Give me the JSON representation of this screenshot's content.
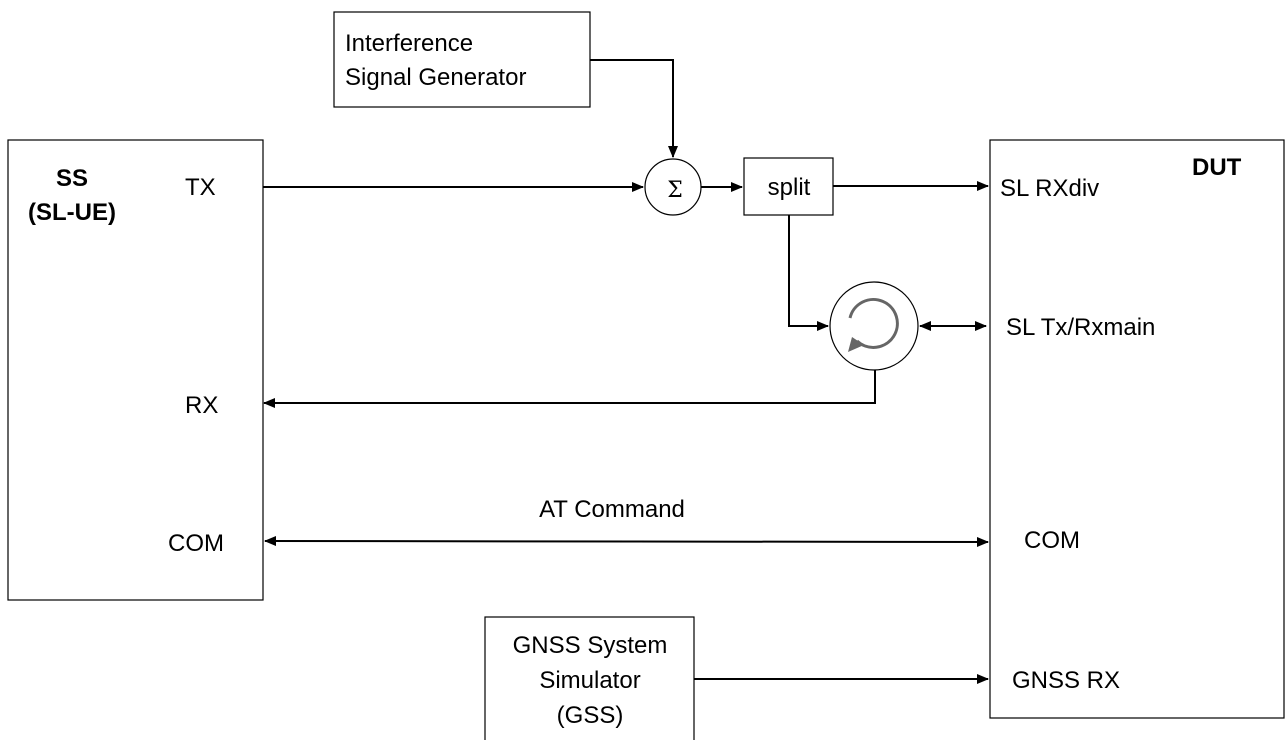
{
  "ss": {
    "title": "SS",
    "subtitle": "(SL-UE)",
    "tx": "TX",
    "rx": "RX",
    "com": "COM"
  },
  "dut": {
    "title": "DUT",
    "sl_rxdiv": "SL RXdiv",
    "sl_txrx": "SL Tx/Rxmain",
    "com": "COM",
    "gnss_rx": "GNSS RX"
  },
  "isg": {
    "line1": "Interference",
    "line2": "Signal Generator"
  },
  "sum": {
    "symbol": "Σ"
  },
  "splitter": {
    "label": "split"
  },
  "gss": {
    "line1": "GNSS System",
    "line2": "Simulator",
    "line3": "(GSS)"
  },
  "link": {
    "at_command": "AT Command"
  }
}
